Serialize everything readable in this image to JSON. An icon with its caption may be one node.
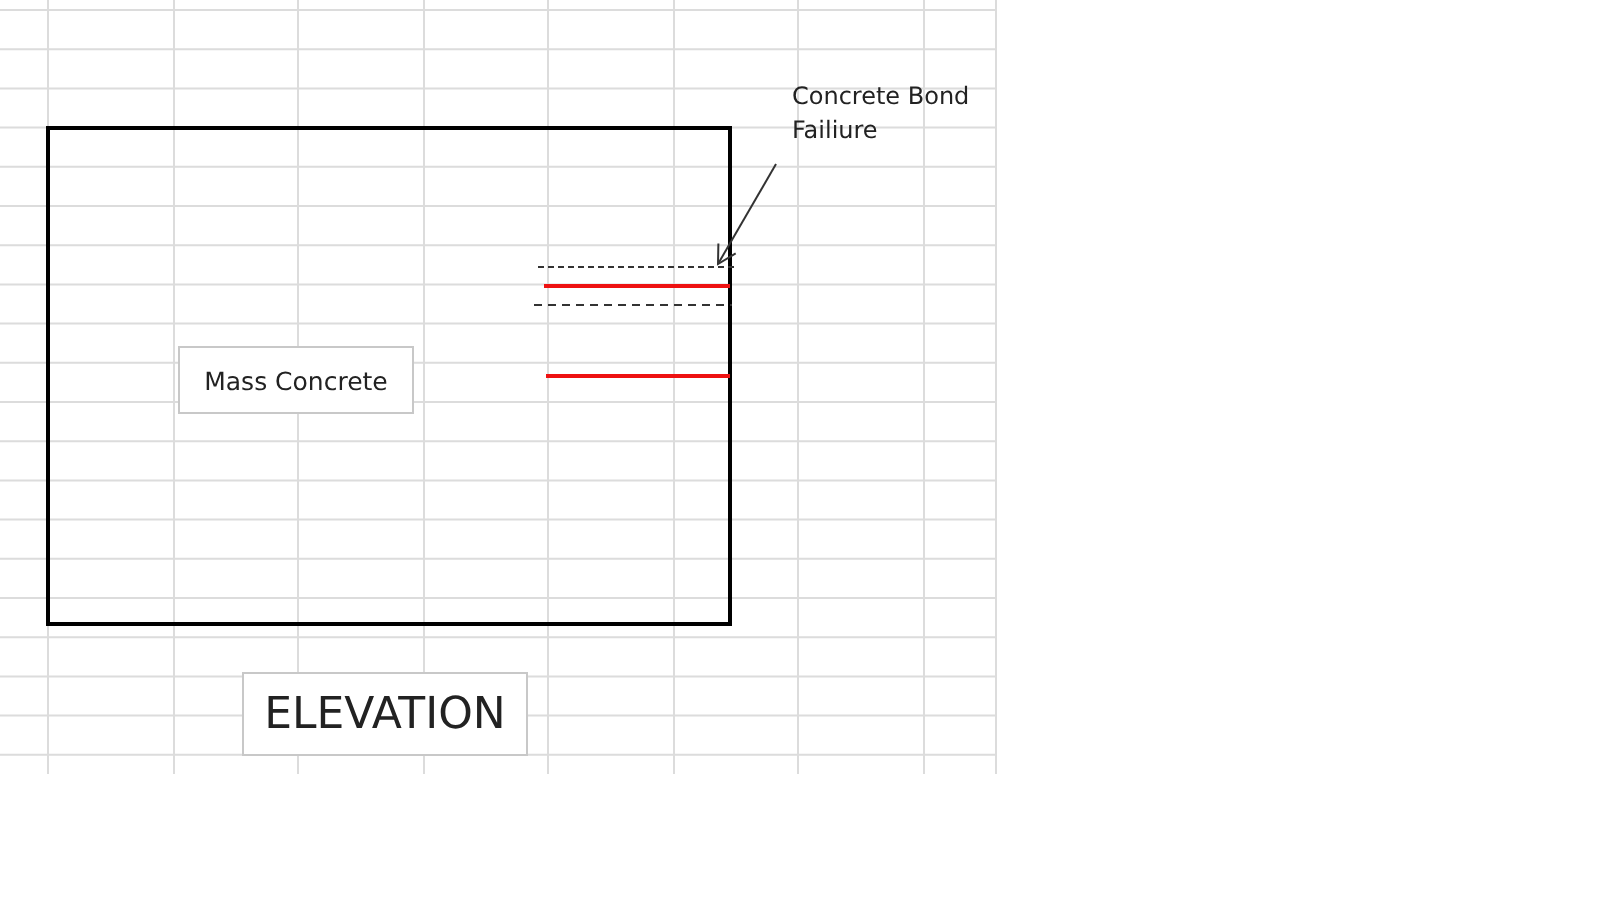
{
  "diagram": {
    "nodes": [
      {
        "text": [],
        "shape": "box"
      },
      {
        "text": [
          "Mass Concrete"
        ],
        "in": 0
      },
      {
        "text": [
          "Concrete Bond Failiure"
        ]
      },
      {
        "text": [],
        "shape": "line",
        "in": 0
      },
      {
        "text": [
          "ELEVATION"
        ]
      }
    ],
    "edges": [
      {
        "from": 2,
        "to": 3,
        "arrow": "to"
      }
    ]
  }
}
